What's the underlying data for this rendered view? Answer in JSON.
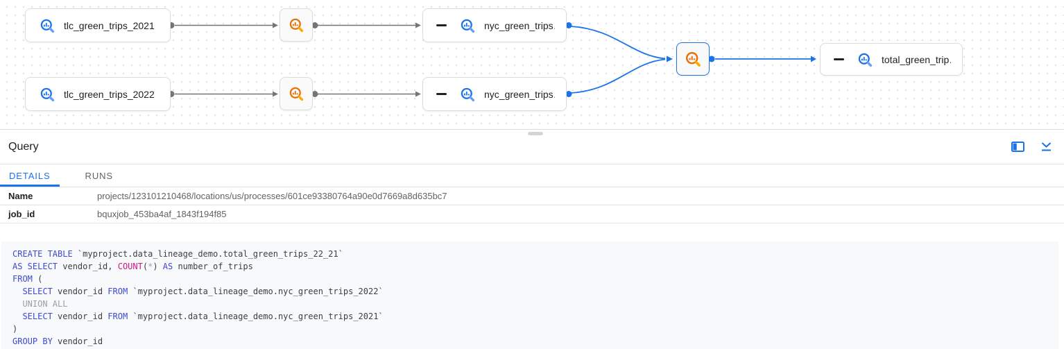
{
  "graph": {
    "nodes": [
      {
        "id": "tlc_green_trips_2021",
        "type": "table",
        "label": "tlc_green_trips_2021"
      },
      {
        "id": "tlc_green_trips_2022",
        "type": "table",
        "label": "tlc_green_trips_2022"
      },
      {
        "id": "nyc_green_trips_top",
        "type": "table",
        "label": "nyc_green_trips…",
        "collapsed": true
      },
      {
        "id": "nyc_green_trips_bottom",
        "type": "table",
        "label": "nyc_green_trips…",
        "collapsed": true
      },
      {
        "id": "process_top",
        "type": "process"
      },
      {
        "id": "process_bottom",
        "type": "process"
      },
      {
        "id": "process_selected",
        "type": "process",
        "selected": true
      },
      {
        "id": "total_green_trips",
        "type": "table",
        "label": "total_green_trip…",
        "collapsed": true
      }
    ],
    "icons": {
      "table": "bigquery-table-icon",
      "process": "bigquery-process-icon"
    }
  },
  "panel": {
    "title": "Query",
    "actions": [
      {
        "icon": "split-view-icon"
      },
      {
        "icon": "collapse-panel-icon"
      }
    ],
    "tabs": [
      {
        "label": "DETAILS",
        "active": true
      },
      {
        "label": "RUNS",
        "active": false
      }
    ],
    "details": [
      {
        "label": "Name",
        "value": "projects/123101210468/locations/us/processes/601ce93380764a90e0d7669a8d635bc7"
      },
      {
        "label": "job_id",
        "value": "bquxjob_453ba4af_1843f194f85"
      }
    ]
  },
  "sql": {
    "text": "CREATE TABLE `myproject.data_lineage_demo.total_green_trips_22_21`\nAS SELECT vendor_id, COUNT(*) AS number_of_trips\nFROM (\n  SELECT vendor_id FROM `myproject.data_lineage_demo.nyc_green_trips_2022`\n  UNION ALL\n  SELECT vendor_id FROM `myproject.data_lineage_demo.nyc_green_trips_2021`\n)\nGROUP BY vendor_id",
    "lines": [
      [
        {
          "t": "CREATE TABLE",
          "c": "kw"
        },
        {
          "t": " `myproject.data_lineage_demo.total_green_trips_22_21`",
          "c": "tx"
        }
      ],
      [
        {
          "t": "AS SELECT",
          "c": "kw"
        },
        {
          "t": " vendor_id, ",
          "c": "tx"
        },
        {
          "t": "COUNT",
          "c": "fn"
        },
        {
          "t": "(",
          "c": "tx"
        },
        {
          "t": "*",
          "c": "cm"
        },
        {
          "t": ") ",
          "c": "tx"
        },
        {
          "t": "AS",
          "c": "kw"
        },
        {
          "t": " number_of_trips",
          "c": "tx"
        }
      ],
      [
        {
          "t": "FROM",
          "c": "kw"
        },
        {
          "t": " (",
          "c": "tx"
        }
      ],
      [
        {
          "t": "  ",
          "c": "tx"
        },
        {
          "t": "SELECT",
          "c": "kw"
        },
        {
          "t": " vendor_id ",
          "c": "tx"
        },
        {
          "t": "FROM",
          "c": "kw"
        },
        {
          "t": " `myproject.data_lineage_demo.nyc_green_trips_2022`",
          "c": "tx"
        }
      ],
      [
        {
          "t": "  UNION ALL",
          "c": "cm"
        }
      ],
      [
        {
          "t": "  ",
          "c": "tx"
        },
        {
          "t": "SELECT",
          "c": "kw"
        },
        {
          "t": " vendor_id ",
          "c": "tx"
        },
        {
          "t": "FROM",
          "c": "kw"
        },
        {
          "t": " `myproject.data_lineage_demo.nyc_green_trips_2021`",
          "c": "tx"
        }
      ],
      [
        {
          "t": ")",
          "c": "tx"
        }
      ],
      [
        {
          "t": "GROUP BY",
          "c": "kw"
        },
        {
          "t": " vendor_id",
          "c": "tx"
        }
      ]
    ]
  },
  "colors": {
    "accent_blue": "#1a73e8",
    "table_icon_blue": "#1a73e8",
    "table_icon_blue_light": "#669df6",
    "process_icon_orange": "#e8710a",
    "process_icon_orange_light": "#f9ab00",
    "edge_gray": "#757575",
    "code_background": "#f8f9fa",
    "syntax_keyword": "#3d49d1",
    "syntax_function": "#d01884",
    "syntax_muted": "#9aa0a6",
    "syntax_text": "#3c4043"
  }
}
